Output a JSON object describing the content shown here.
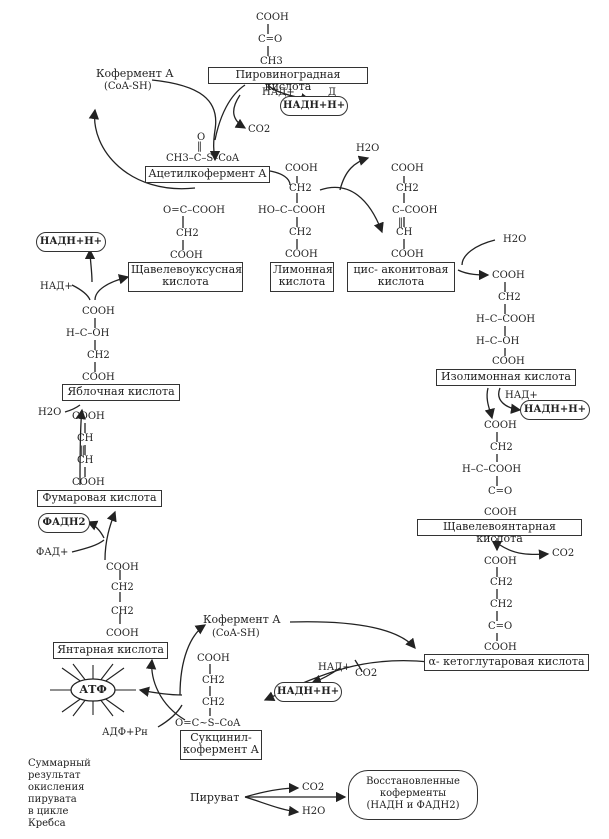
{
  "boxes": {
    "pyruvic": "Пировиноградная кислота",
    "acetyl_coa": "Ацетилкофермент А",
    "oxaloacetic_l1": "Щавелевоуксусная",
    "oxaloacetic_l2": "кислота",
    "citric_l1": "Лимонная",
    "citric_l2": "кислота",
    "cis_aconitic_l1": "цис- аконитовая",
    "cis_aconitic_l2": "кислота",
    "isocitric": "Изолимонная кислота",
    "malic": "Яблочная кислота",
    "fumaric": "Фумаровая кислота",
    "oxalosuccinic": "Щавелевоянтарная кислота",
    "succinic": "Янтарная кислота",
    "alpha_kg": "α- кетоглутаровая кислота",
    "succinyl_l1": "Сукцинил-",
    "succinyl_l2": "кофермент А"
  },
  "clouds": {
    "nadh_top": "НАДН+Н+",
    "nadh_left": "НАДН+Н+",
    "nadh_right": "НАДН+Н+",
    "nadh_bottom": "НАДН+Н+",
    "fadh": "ФАДН2",
    "atf": "АТФ",
    "reduced_l1": "Восстановленные",
    "reduced_l2": "коферменты",
    "reduced_l3": "(НАДН и ФАДН2)"
  },
  "labels": {
    "coenzyme_a": "Кофермент А",
    "coa_sh": "(CoA-SH)",
    "nad": "НАД+",
    "d": "Д",
    "co2": "CO2",
    "h2o": "H2O",
    "fad": "ФАД+",
    "adp": "АДФ+Pн",
    "pyruvate": "Пируват"
  },
  "formulas": {
    "cooh": "COOH",
    "c_eq_o": "C=O",
    "ch3": "CH3",
    "ch2": "CH2",
    "ch": "CH",
    "o": "O",
    "double_bond": "‖",
    "acetyl": "CH3–C–S–CoA",
    "oxalo_c": "O=C–COOH",
    "citric_c": "HO–C–COOH",
    "aconit_c": "C–COOH",
    "h_c_oh": "H–C–OH",
    "h_c_cooh": "H–C–COOH",
    "succinyl_c": "O=C~S–CoA"
  },
  "summary": {
    "text": "Суммарный\nрезультат\nокисления\nпирувата\nв цикле\nКребса"
  }
}
